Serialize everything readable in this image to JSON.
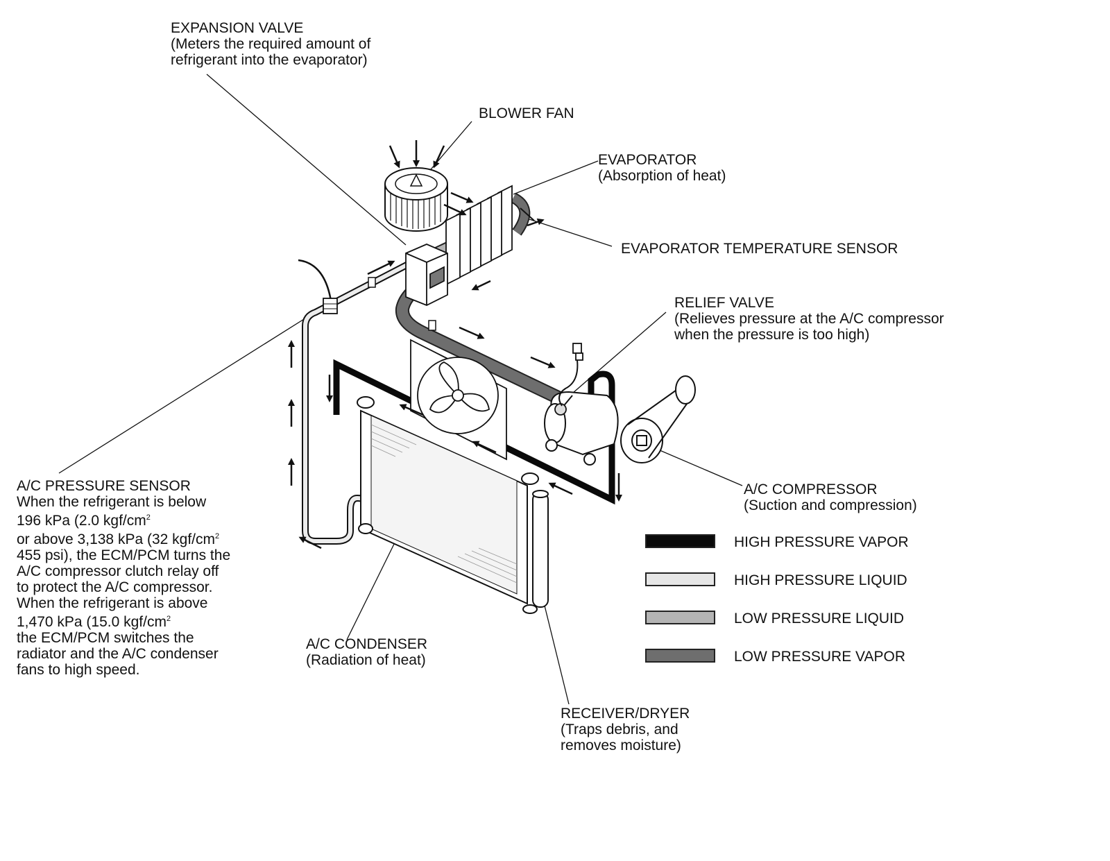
{
  "labels": {
    "expansion_valve": {
      "title": "EXPANSION VALVE",
      "lines": [
        "(Meters the required amount of",
        "refrigerant into the evaporator)"
      ]
    },
    "blower_fan": {
      "title": "BLOWER FAN"
    },
    "evaporator": {
      "title": "EVAPORATOR",
      "lines": [
        "(Absorption of heat)"
      ]
    },
    "evaporator_temperature_sensor": {
      "title": "EVAPORATOR TEMPERATURE SENSOR"
    },
    "relief_valve": {
      "title": "RELIEF VALVE",
      "lines": [
        "(Relieves pressure at the A/C compressor",
        "when the pressure is too high)"
      ]
    },
    "ac_compressor": {
      "title": "A/C COMPRESSOR",
      "lines": [
        "(Suction and compression)"
      ]
    },
    "ac_condenser": {
      "title": "A/C CONDENSER",
      "lines": [
        "(Radiation of heat)"
      ]
    },
    "receiver_dryer": {
      "title": "RECEIVER/DRYER",
      "lines": [
        "(Traps debris, and",
        "removes moisture)"
      ]
    },
    "ac_pressure_sensor": {
      "title": "A/C PRESSURE SENSOR",
      "lines": [
        "When the refrigerant is below",
        "196 kPa (2.0 kgf/cm",
        "or above 3,138 kPa (32 kgf/cm",
        "455 psi), the ECM/PCM turns the",
        "A/C compressor clutch relay off",
        "to protect the A/C compressor.",
        "When the refrigerant is above",
        "1,470 kPa (15.0 kgf/cm",
        "the ECM/PCM switches the",
        "radiator and the A/C condenser",
        "fans to high speed."
      ],
      "superscript": "2"
    }
  },
  "legend": [
    {
      "label": "HIGH PRESSURE VAPOR",
      "color": "#0a0a0a"
    },
    {
      "label": "HIGH PRESSURE LIQUID",
      "color": "#e6e6e6"
    },
    {
      "label": "LOW PRESSURE LIQUID",
      "color": "#b4b4b4"
    },
    {
      "label": "LOW PRESSURE VAPOR",
      "color": "#6e6e6e"
    }
  ]
}
